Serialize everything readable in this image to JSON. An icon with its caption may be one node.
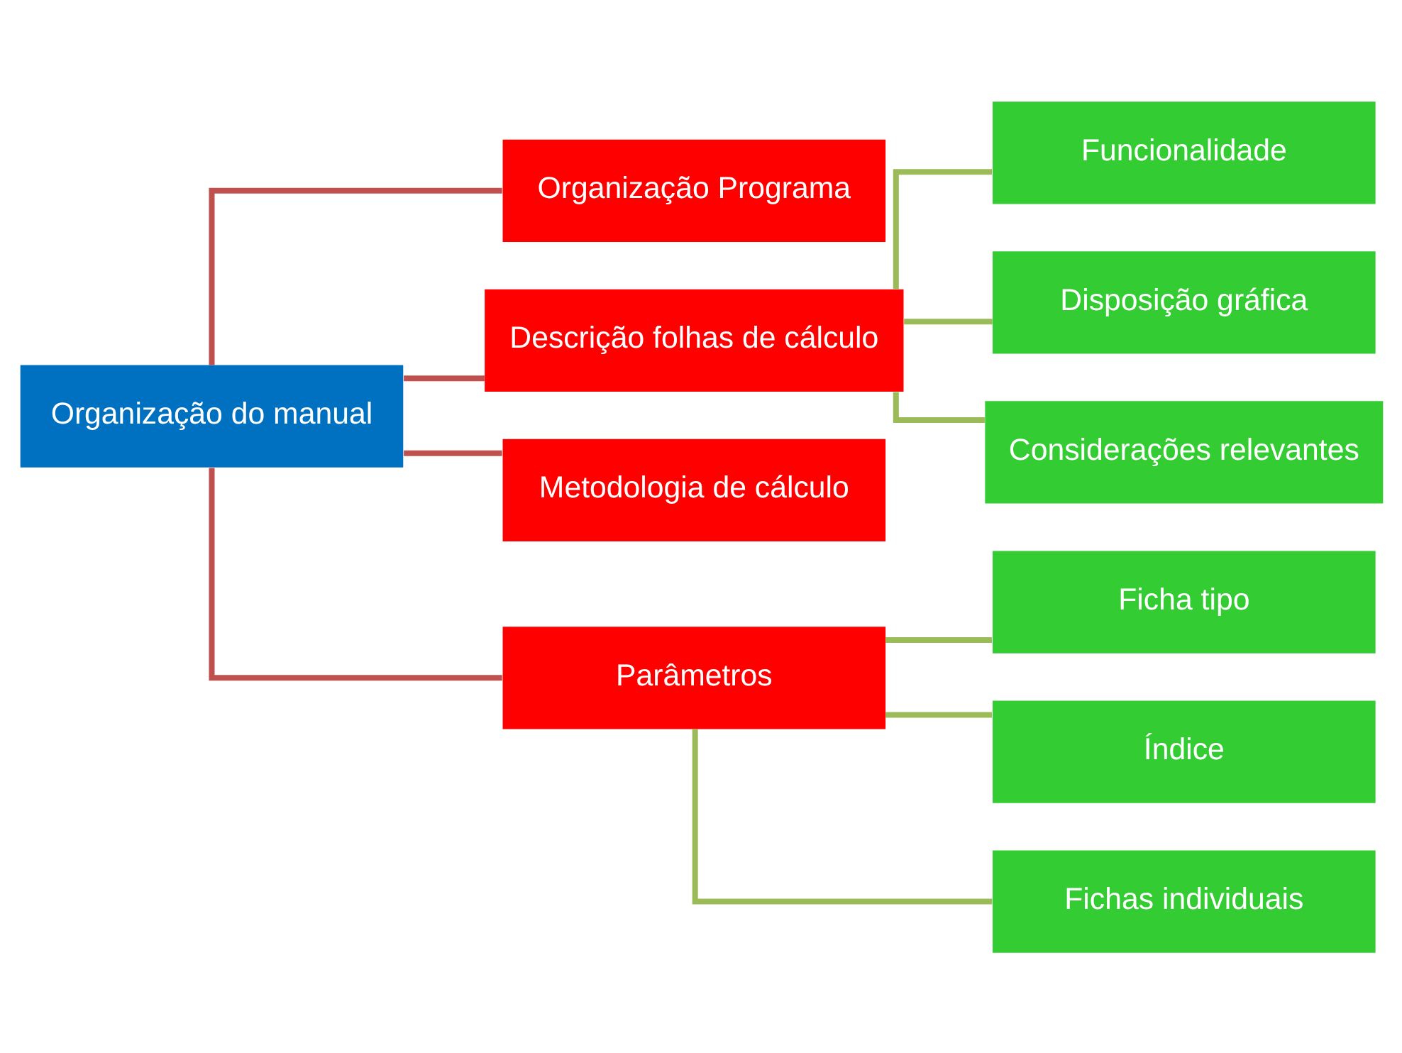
{
  "diagram": {
    "nodes": [
      {
        "text": [
          "Organização do manual"
        ]
      },
      {
        "text": [
          "Organização Programa"
        ]
      },
      {
        "text": [
          "Descrição folhas de cálculo"
        ]
      },
      {
        "text": [
          "Metodologia de cálculo"
        ]
      },
      {
        "text": [
          "Parâmetros"
        ]
      },
      {
        "text": [
          "Funcionalidade"
        ]
      },
      {
        "text": [
          "Disposição gráfica"
        ]
      },
      {
        "text": [
          "Considerações relevantes"
        ]
      },
      {
        "text": [
          "Ficha tipo"
        ]
      },
      {
        "text": [
          "Índice"
        ]
      },
      {
        "text": [
          "Fichas individuais"
        ]
      }
    ],
    "edges": [
      {
        "from": 0,
        "to": 1,
        "arrow": "none",
        "color": "#c0504d"
      },
      {
        "from": 0,
        "to": 2,
        "arrow": "none",
        "color": "#c0504d"
      },
      {
        "from": 0,
        "to": 3,
        "arrow": "none",
        "color": "#c0504d"
      },
      {
        "from": 0,
        "to": 4,
        "arrow": "none",
        "color": "#c0504d"
      },
      {
        "from": 2,
        "to": 5,
        "arrow": "none"
      },
      {
        "from": 2,
        "to": 6,
        "arrow": "none"
      },
      {
        "from": 2,
        "to": 7,
        "arrow": "none"
      },
      {
        "from": 4,
        "to": 8,
        "arrow": "none"
      },
      {
        "from": 4,
        "to": 9,
        "arrow": "none"
      },
      {
        "from": 4,
        "to": 10,
        "arrow": "none"
      }
    ]
  }
}
